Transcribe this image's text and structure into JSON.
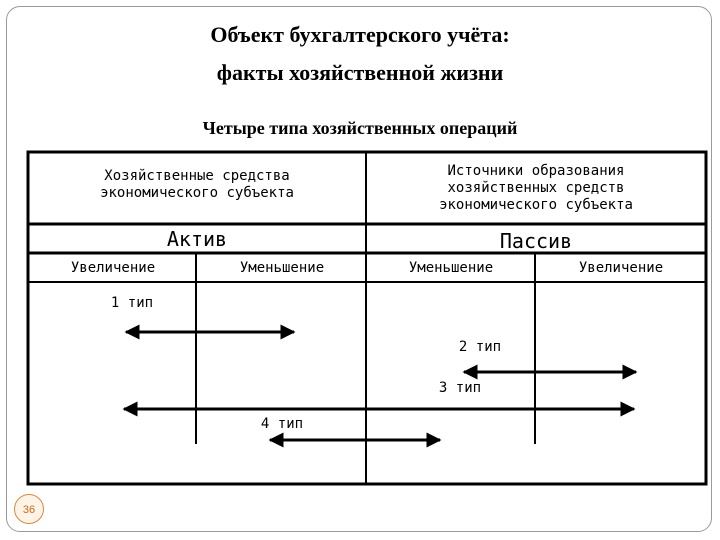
{
  "slide": {
    "title_line1": "Объект бухгалтерского учёта:",
    "title_line2": "факты хозяйственной жизни",
    "subtitle": "Четыре типа хозяйственных операций",
    "page_number": "36"
  },
  "table": {
    "left_header": [
      "Хозяйственные средства",
      "экономического субъекта"
    ],
    "right_header": [
      "Источники образования",
      "хозяйственных средств",
      "экономического субъекта"
    ],
    "left_section": "Актив",
    "right_section": "Пассив",
    "columns": [
      "Увеличение",
      "Уменьшение",
      "Уменьшение",
      "Увеличение"
    ]
  },
  "operations": [
    {
      "label": "1 тип"
    },
    {
      "label": "2 тип"
    },
    {
      "label": "3 тип"
    },
    {
      "label": "4 тип"
    }
  ]
}
